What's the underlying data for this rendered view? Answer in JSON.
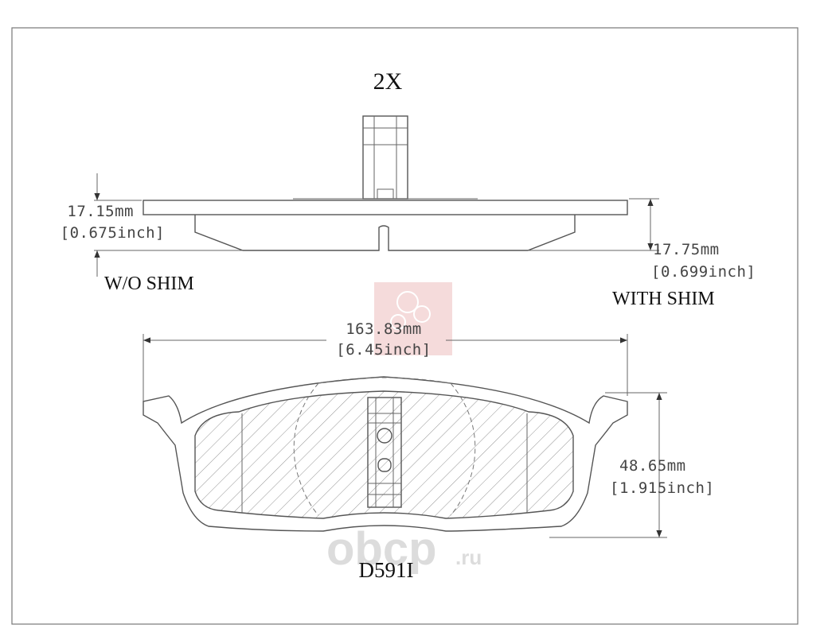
{
  "drawing": {
    "quantity": "2X",
    "part_number": "D591I",
    "thickness_without_shim": {
      "label": "W/O SHIM",
      "mm": "17.15mm",
      "inch": "[0.675inch]"
    },
    "thickness_with_shim": {
      "label": "WITH SHIM",
      "mm": "17.75mm",
      "inch": "[0.699inch]"
    },
    "length": {
      "mm": "163.83mm",
      "inch": "[6.45inch]"
    },
    "height": {
      "mm": "48.65mm",
      "inch": "[1.915inch]"
    }
  },
  "watermark": {
    "brand": "obcp",
    "tld": ".ru"
  }
}
